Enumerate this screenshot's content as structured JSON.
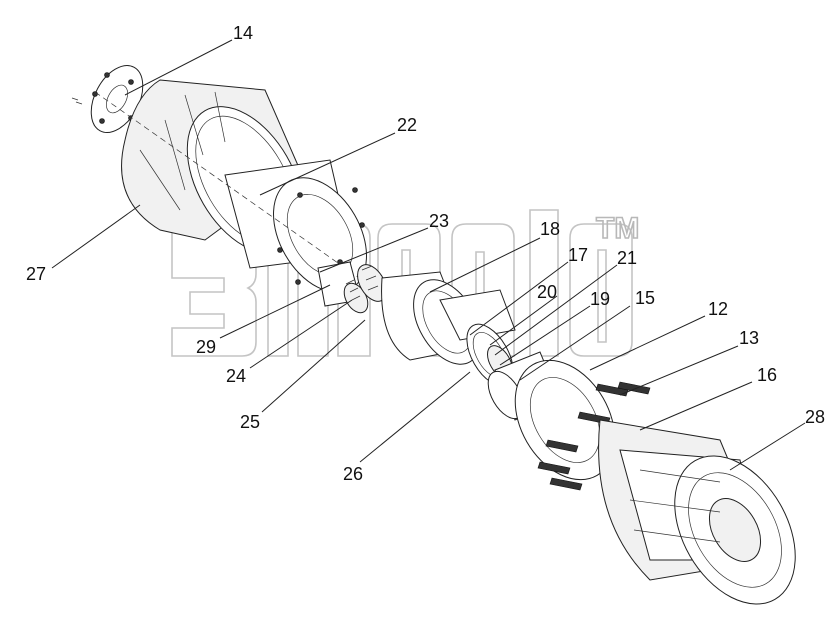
{
  "watermark": {
    "trademark": "TM"
  },
  "callouts": [
    {
      "id": "c14",
      "label": "14"
    },
    {
      "id": "c22",
      "label": "22"
    },
    {
      "id": "c23",
      "label": "23"
    },
    {
      "id": "c18",
      "label": "18"
    },
    {
      "id": "c17",
      "label": "17"
    },
    {
      "id": "c21",
      "label": "21"
    },
    {
      "id": "c20",
      "label": "20"
    },
    {
      "id": "c19",
      "label": "19"
    },
    {
      "id": "c15",
      "label": "15"
    },
    {
      "id": "c12",
      "label": "12"
    },
    {
      "id": "c13",
      "label": "13"
    },
    {
      "id": "c16",
      "label": "16"
    },
    {
      "id": "c28",
      "label": "28"
    },
    {
      "id": "c27",
      "label": "27"
    },
    {
      "id": "c29",
      "label": "29"
    },
    {
      "id": "c24",
      "label": "24"
    },
    {
      "id": "c25",
      "label": "25"
    },
    {
      "id": "c26",
      "label": "26"
    }
  ]
}
